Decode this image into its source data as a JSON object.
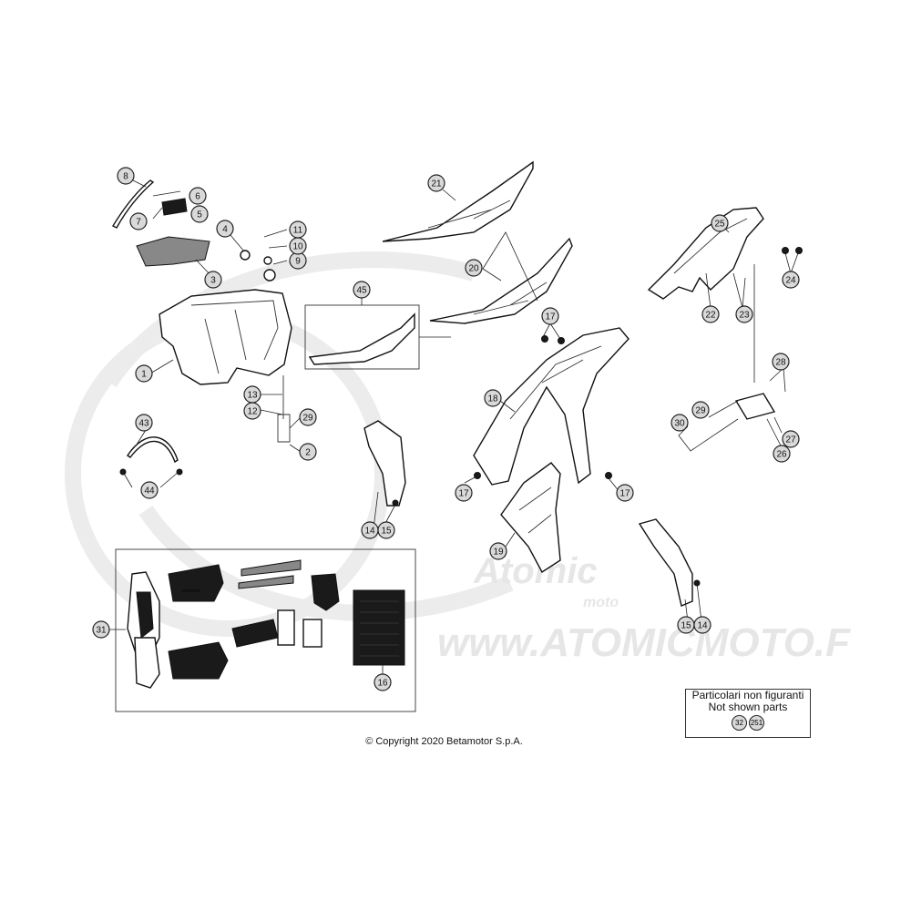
{
  "watermark": {
    "brand": "Atomic",
    "brand_sub": "moto",
    "url": "www.ATOMICMOTO.F"
  },
  "not_shown_box": {
    "line1": "Particolari non figuranti",
    "line2": "Not shown parts",
    "codes": [
      "32",
      "251"
    ]
  },
  "copyright": "© Copyright 2020 Betamotor S.p.A.",
  "callouts": [
    "1",
    "2",
    "3",
    "4",
    "5",
    "6",
    "7",
    "8",
    "9",
    "10",
    "11",
    "12",
    "13",
    "14",
    "15",
    "16",
    "17",
    "18",
    "19",
    "20",
    "21",
    "22",
    "23",
    "24",
    "25",
    "26",
    "27",
    "28",
    "29",
    "30",
    "31",
    "43",
    "44",
    "45"
  ],
  "colors": {
    "callout_fill": "#d9d9d9",
    "line": "#111111"
  }
}
